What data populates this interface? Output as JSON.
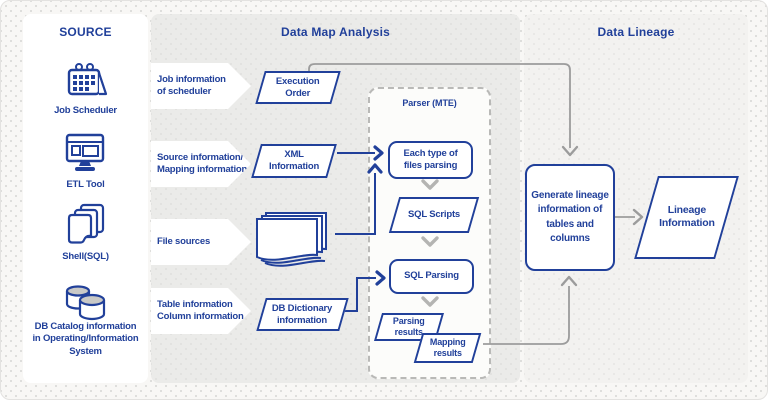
{
  "colors": {
    "primary_blue": "#21409a",
    "connector_gray": "#9c9c9c",
    "panel_gray": "#ebebe9"
  },
  "source_panel": {
    "title": "SOURCE",
    "items": [
      {
        "icon": "calendar-icon",
        "label": "Job Scheduler"
      },
      {
        "icon": "monitor-icon",
        "label": "ETL Tool"
      },
      {
        "icon": "documents-icon",
        "label": "Shell(SQL)"
      },
      {
        "icon": "database-icon",
        "label": "DB Catalog information\nin Operating/Information\nSystem"
      }
    ]
  },
  "analysis_panel": {
    "title": "Data Map Analysis",
    "flow_labels": [
      "Job information\nof scheduler",
      "Source information/\nMapping information",
      "File sources",
      "Table information\nColumn information"
    ],
    "execution_order": "Execution\nOrder",
    "xml_information": "XML\nInformation",
    "file_sources": "File sources",
    "db_dictionary": "DB Dictionary\ninformation",
    "parser": {
      "title": "Parser (MTE)",
      "each_type": "Each type of\nfiles parsing",
      "sql_scripts": "SQL Scripts",
      "sql_parsing": "SQL Parsing",
      "parsing_results": "Parsing\nresults",
      "mapping_results": "Mapping\nresults"
    }
  },
  "lineage_panel": {
    "title": "Data Lineage",
    "generate_box": "Generate lineage\ninformation of\ntables and\ncolumns",
    "lineage_information": "Lineage\nInformation"
  }
}
